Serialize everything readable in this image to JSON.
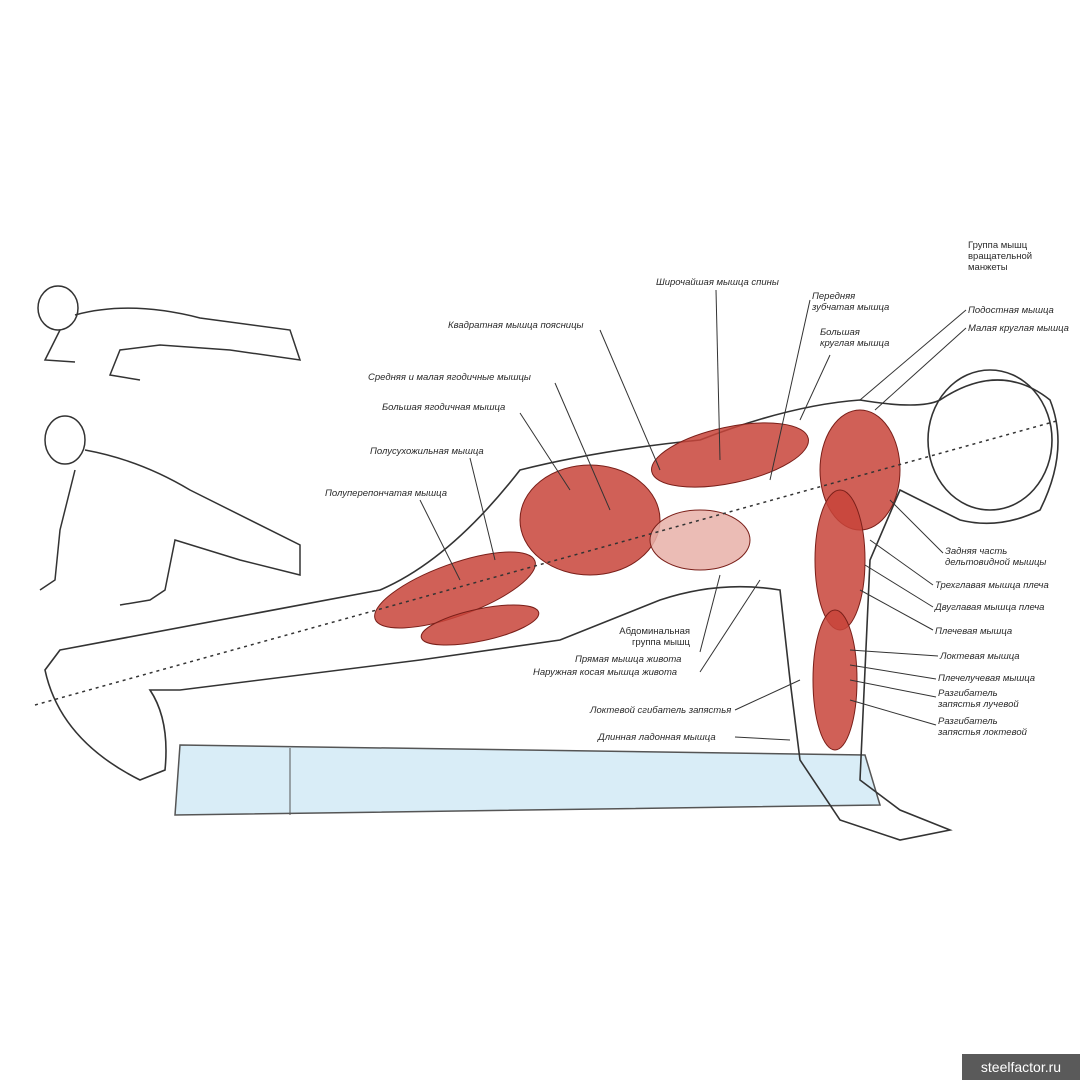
{
  "labels": {
    "rotator_cuff": "Группа мышц вращательной манжеты",
    "infraspinatus": "Подостная мышца",
    "teres_minor": "Малая круглая мышца",
    "latissimus": "Широчайшая мышца спины",
    "serratus": "Передняя зубчатая мышца",
    "teres_major": "Большая круглая мышца",
    "quadratus": "Квадратная мышца поясницы",
    "gluteus_med_min": "Средняя и малая ягодичные мышцы",
    "gluteus_max": "Большая ягодичная мышца",
    "semitendinosus": "Полусухожильная мышца",
    "semimembranosus": "Полуперепончатая мышца",
    "post_deltoid": "Задняя часть дельтовидной мышцы",
    "triceps": "Трехглавая мышца плеча",
    "biceps": "Двуглавая мышца плеча",
    "brachialis": "Плечевая мышца",
    "anconeus": "Локтевая мышца",
    "brachioradialis": "Плечелучевая мышца",
    "ext_carpi_radialis": "Разгибатель запястья лучевой",
    "ext_carpi_ulnaris": "Разгибатель запястья локтевой",
    "abdominal": "Абдоминальная группа мышц",
    "rectus_abdominis": "Прямая мышца живота",
    "external_oblique": "Наружная косая мышца живота",
    "flexor_carpi_ulnaris": "Локтевой сгибатель запястья",
    "palmaris_longus": "Длинная ладонная мышца"
  },
  "watermark": "steelfactor.ru",
  "colors": {
    "muscle": "#c8443a",
    "mat": "#cfe6f3",
    "line": "#333333"
  }
}
